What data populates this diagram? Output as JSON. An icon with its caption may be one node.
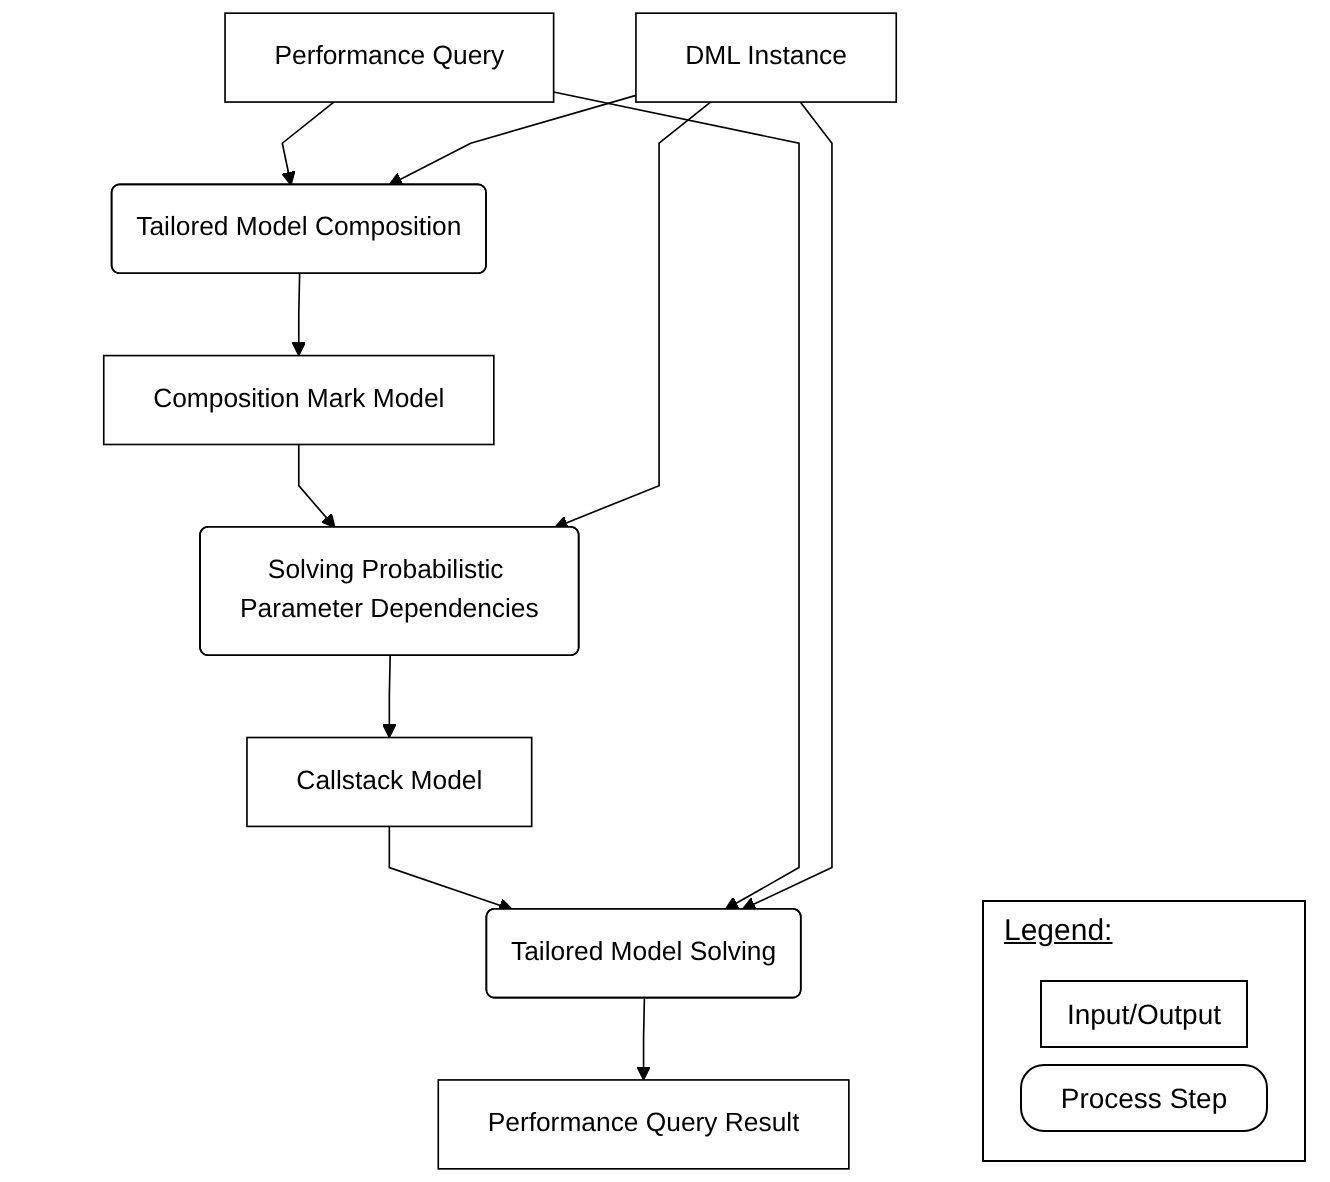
{
  "diagram": {
    "nodes": [
      {
        "text": [
          "Performance Query"
        ]
      },
      {
        "text": [
          "DML Instance"
        ]
      },
      {
        "text": [
          "Tailored Model Composition"
        ]
      },
      {
        "text": [
          "Composition Mark Model"
        ]
      },
      {
        "text": [
          "Solving Probabilistic Parameter Dependencies"
        ]
      },
      {
        "text": [
          "Callstack Model"
        ]
      },
      {
        "text": [
          "Tailored Model Solving"
        ]
      },
      {
        "text": [
          "Performance Query Result"
        ]
      }
    ],
    "edges": [
      {
        "from": 0,
        "to": 2,
        "arrow": "to"
      },
      {
        "from": 1,
        "to": 2,
        "arrow": "to"
      },
      {
        "from": 2,
        "to": 3,
        "arrow": "to"
      },
      {
        "from": 3,
        "to": 4,
        "arrow": "to"
      },
      {
        "from": 1,
        "to": 4,
        "arrow": "to"
      },
      {
        "from": 4,
        "to": 5,
        "arrow": "to"
      },
      {
        "from": 5,
        "to": 6,
        "arrow": "to"
      },
      {
        "from": 0,
        "to": 6,
        "arrow": "to"
      },
      {
        "from": 1,
        "to": 6,
        "arrow": "to"
      },
      {
        "from": 6,
        "to": 7,
        "arrow": "to"
      }
    ],
    "labels": [
      "Legend:"
    ],
    "legend": [
      {
        "text": "Input/Output"
      },
      {
        "text": "Process Step"
      }
    ]
  }
}
